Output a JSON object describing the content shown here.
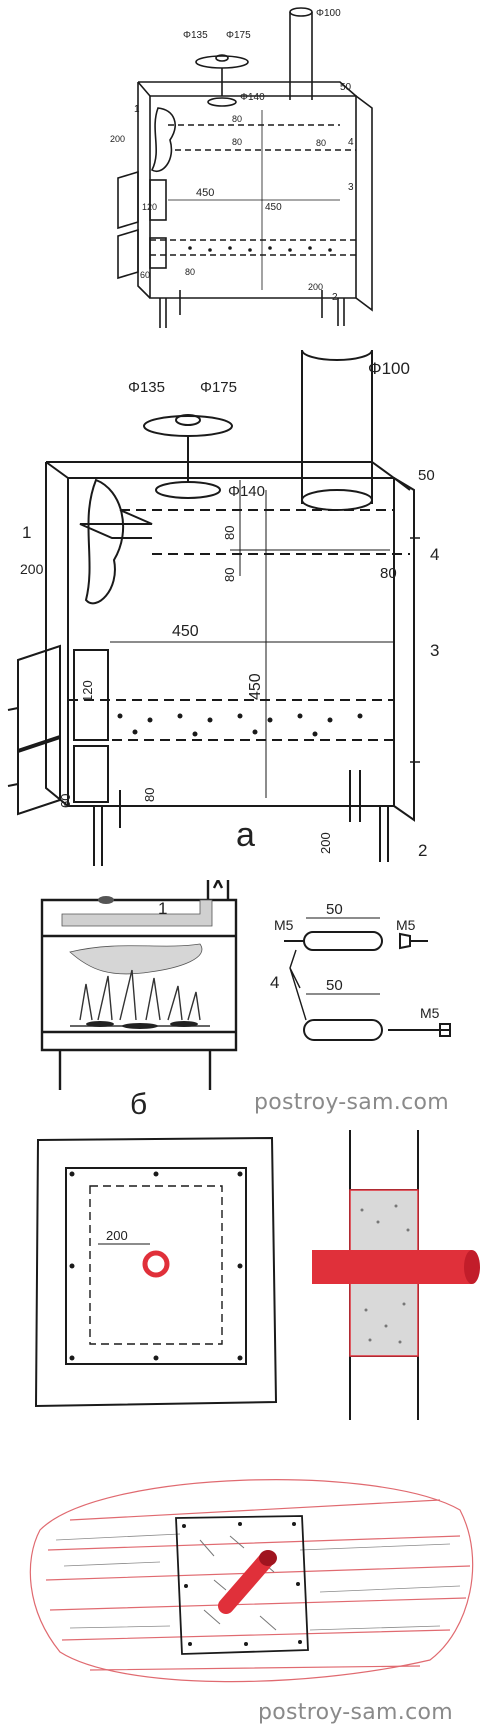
{
  "figure_a_small": {
    "labels": {
      "d100": "Φ100",
      "d135": "Φ135",
      "d175": "Φ175",
      "d140": "Φ140",
      "w50": "50",
      "h80a": "80",
      "h80b": "80",
      "h80c": "80",
      "w450": "450",
      "h450": "450",
      "w200": "200",
      "h120": "120",
      "h80d": "80",
      "h60": "60",
      "h200": "200",
      "n1": "1",
      "n2": "2",
      "n3": "3",
      "n4": "4"
    }
  },
  "figure_a": {
    "caption": "а",
    "labels": {
      "d100": "Φ100",
      "d135": "Φ135",
      "d175": "Φ175",
      "d140": "Φ140",
      "w50": "50",
      "h80a": "80",
      "h80b": "80",
      "w80": "80",
      "w450": "450",
      "h450": "450",
      "w200": "200",
      "h120": "120",
      "h80c": "80",
      "h60": "60",
      "h200": "200",
      "n1": "1",
      "n2": "2",
      "n3": "3",
      "n4": "4"
    }
  },
  "figure_b": {
    "caption": "б",
    "label1": "1",
    "bolt_label4": "4",
    "bolt_top": {
      "left": "M5",
      "length": "50",
      "right": "M5"
    },
    "bolt_bottom": {
      "length": "50",
      "right": "M5"
    }
  },
  "plate_view": {
    "label200": "200"
  },
  "watermark_mid": "postroy-sam.com",
  "watermark_bottom": "postroy-sam.com",
  "colors": {
    "line": "#1a1a1a",
    "pipe": "#e0303a",
    "insulation": "#9a9a9a"
  }
}
